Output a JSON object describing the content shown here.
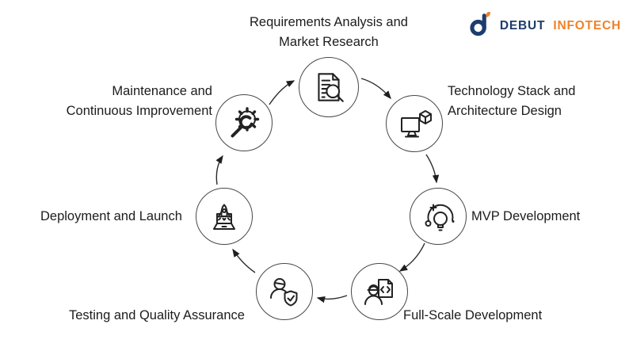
{
  "brand": {
    "logo_icon": "debut-infotech-logo-icon",
    "name_primary": "DEBUT",
    "name_secondary": "INFOTECH",
    "color_navy": "#1d3d6d",
    "color_orange": "#f08229"
  },
  "diagram": {
    "type": "circular-process",
    "flow_direction": "clockwise",
    "text_color": "#1c1c1c",
    "steps": [
      {
        "label": "Requirements Analysis and Market Research",
        "icon": "document-search-icon"
      },
      {
        "label": "Technology Stack and Architecture Design",
        "icon": "monitor-cube-icon"
      },
      {
        "label": "MVP Development",
        "icon": "lightbulb-idea-icon"
      },
      {
        "label": "Full-Scale Development",
        "icon": "engineer-code-icon"
      },
      {
        "label": "Testing and Quality Assurance",
        "icon": "user-shield-check-icon"
      },
      {
        "label": "Deployment and Launch",
        "icon": "rocket-laptop-icon"
      },
      {
        "label": "Maintenance and Continuous Improvement",
        "icon": "gear-wrench-icon"
      }
    ]
  }
}
